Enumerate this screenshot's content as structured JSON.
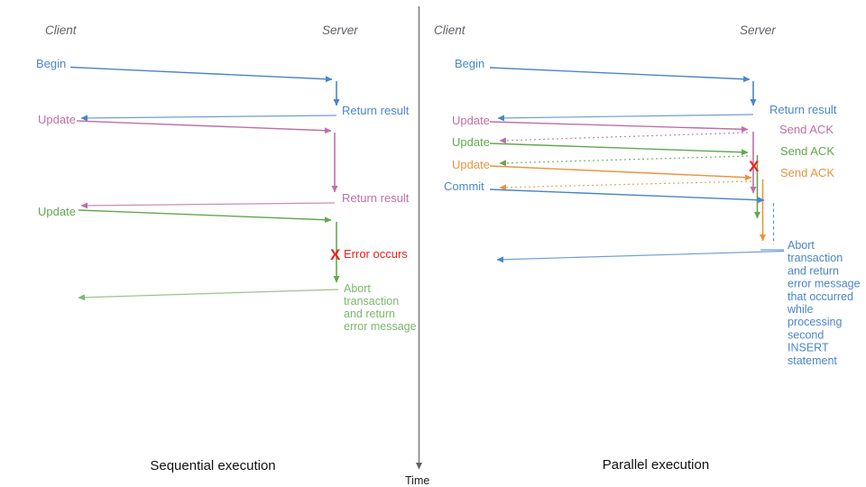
{
  "colors": {
    "blue": "#4a86c8",
    "pink": "#c06fa6",
    "green": "#61a84f",
    "green_light": "#7db86c",
    "orange": "#e8943f",
    "red": "#ee2019",
    "gray": "#5f6368",
    "axis": "#616161",
    "title": "#111111"
  },
  "left": {
    "client_header": "Client",
    "server_header": "Server",
    "title": "Sequential execution",
    "begin_label": "Begin",
    "return_result_1": "Return result",
    "update1_label": "Update",
    "return_result_2": "Return result",
    "update2_label": "Update",
    "error_x": "X",
    "error_label": "Error occurs",
    "abort_lines": [
      "Abort",
      "transaction",
      "and return",
      "error message"
    ]
  },
  "right": {
    "client_header": "Client",
    "server_header": "Server",
    "title": "Parallel execution",
    "begin_label": "Begin",
    "return_result": "Return result",
    "update1_label": "Update",
    "send_ack_1": "Send ACK",
    "update2_label": "Update",
    "send_ack_2": "Send ACK",
    "update3_label": "Update",
    "send_ack_3": "Send ACK",
    "commit_label": "Commit",
    "error_x": "X",
    "abort_lines": [
      "Abort",
      "transaction",
      "and return",
      "error message",
      "that occurred",
      "while",
      "processing",
      "second",
      "INSERT",
      "statement"
    ]
  },
  "time_axis": {
    "label": "Time"
  }
}
